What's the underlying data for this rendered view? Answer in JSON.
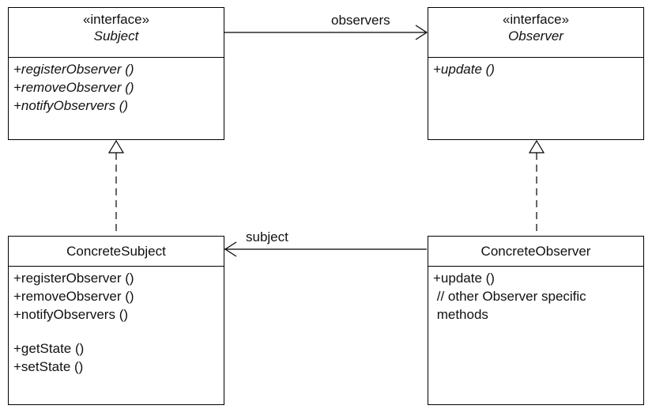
{
  "subject_interface": {
    "stereotype": "«interface»",
    "name": "Subject",
    "operations": [
      "+registerObserver ()",
      "+removeObserver ()",
      "+notifyObservers ()"
    ]
  },
  "observer_interface": {
    "stereotype": "«interface»",
    "name": "Observer",
    "operations": [
      "+update ()"
    ]
  },
  "concrete_subject": {
    "name": "ConcreteSubject",
    "operations": [
      "+registerObserver ()",
      "+removeObserver ()",
      "+notifyObservers ()"
    ],
    "state_operations": [
      "+getState ()",
      "+setState ()"
    ]
  },
  "concrete_observer": {
    "name": "ConcreteObserver",
    "operations": [
      "+update ()"
    ],
    "note_lines": [
      " // other Observer specific",
      " methods"
    ]
  },
  "associations": {
    "observers_label": "observers",
    "subject_label": "subject"
  }
}
